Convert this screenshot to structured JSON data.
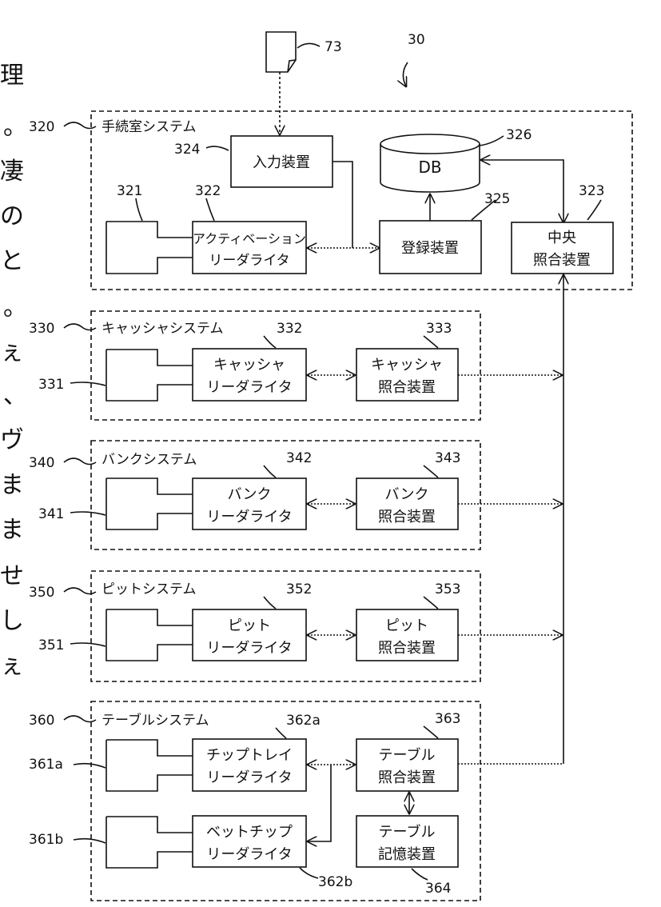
{
  "figure": {
    "ref": "30",
    "doc_ref": "73"
  },
  "margin_chars": [
    "理",
    "。",
    "凄",
    "の",
    "と",
    "。",
    "ぇ",
    "、",
    "ヴ",
    "ま",
    "ま",
    "せ",
    "し",
    "ぇ"
  ],
  "room": {
    "ref": "320",
    "label": "手続室システム",
    "input": {
      "ref": "324",
      "label": "入力装置"
    },
    "db": {
      "ref": "326",
      "label": "DB"
    },
    "reader": {
      "ref": "322",
      "lines": [
        "アクティベーション",
        "リーダライタ"
      ]
    },
    "antenna": {
      "ref": "321"
    },
    "register": {
      "ref": "325",
      "label": "登録装置"
    },
    "central": {
      "ref": "323",
      "lines": [
        "中央",
        "照合装置"
      ]
    }
  },
  "cashier": {
    "ref": "330",
    "label": "キャッシャシステム",
    "antenna_ref": "331",
    "reader": {
      "ref": "332",
      "lines": [
        "キャッシャ",
        "リーダライタ"
      ]
    },
    "checker": {
      "ref": "333",
      "lines": [
        "キャッシャ",
        "照合装置"
      ]
    }
  },
  "bank": {
    "ref": "340",
    "label": "バンクシステム",
    "antenna_ref": "341",
    "reader": {
      "ref": "342",
      "lines": [
        "バンク",
        "リーダライタ"
      ]
    },
    "checker": {
      "ref": "343",
      "lines": [
        "バンク",
        "照合装置"
      ]
    }
  },
  "pit": {
    "ref": "350",
    "label": "ピットシステム",
    "antenna_ref": "351",
    "reader": {
      "ref": "352",
      "lines": [
        "ピット",
        "リーダライタ"
      ]
    },
    "checker": {
      "ref": "353",
      "lines": [
        "ピット",
        "照合装置"
      ]
    }
  },
  "table": {
    "ref": "360",
    "label": "テーブルシステム",
    "antenna_a_ref": "361a",
    "antenna_b_ref": "361b",
    "tray_reader": {
      "ref": "362a",
      "lines": [
        "チップトレイ",
        "リーダライタ"
      ]
    },
    "bet_reader": {
      "ref": "362b",
      "lines": [
        "ベットチップ",
        "リーダライタ"
      ]
    },
    "checker": {
      "ref": "363",
      "lines": [
        "テーブル",
        "照合装置"
      ]
    },
    "storage": {
      "ref": "364",
      "lines": [
        "テーブル",
        "記憶装置"
      ]
    }
  }
}
